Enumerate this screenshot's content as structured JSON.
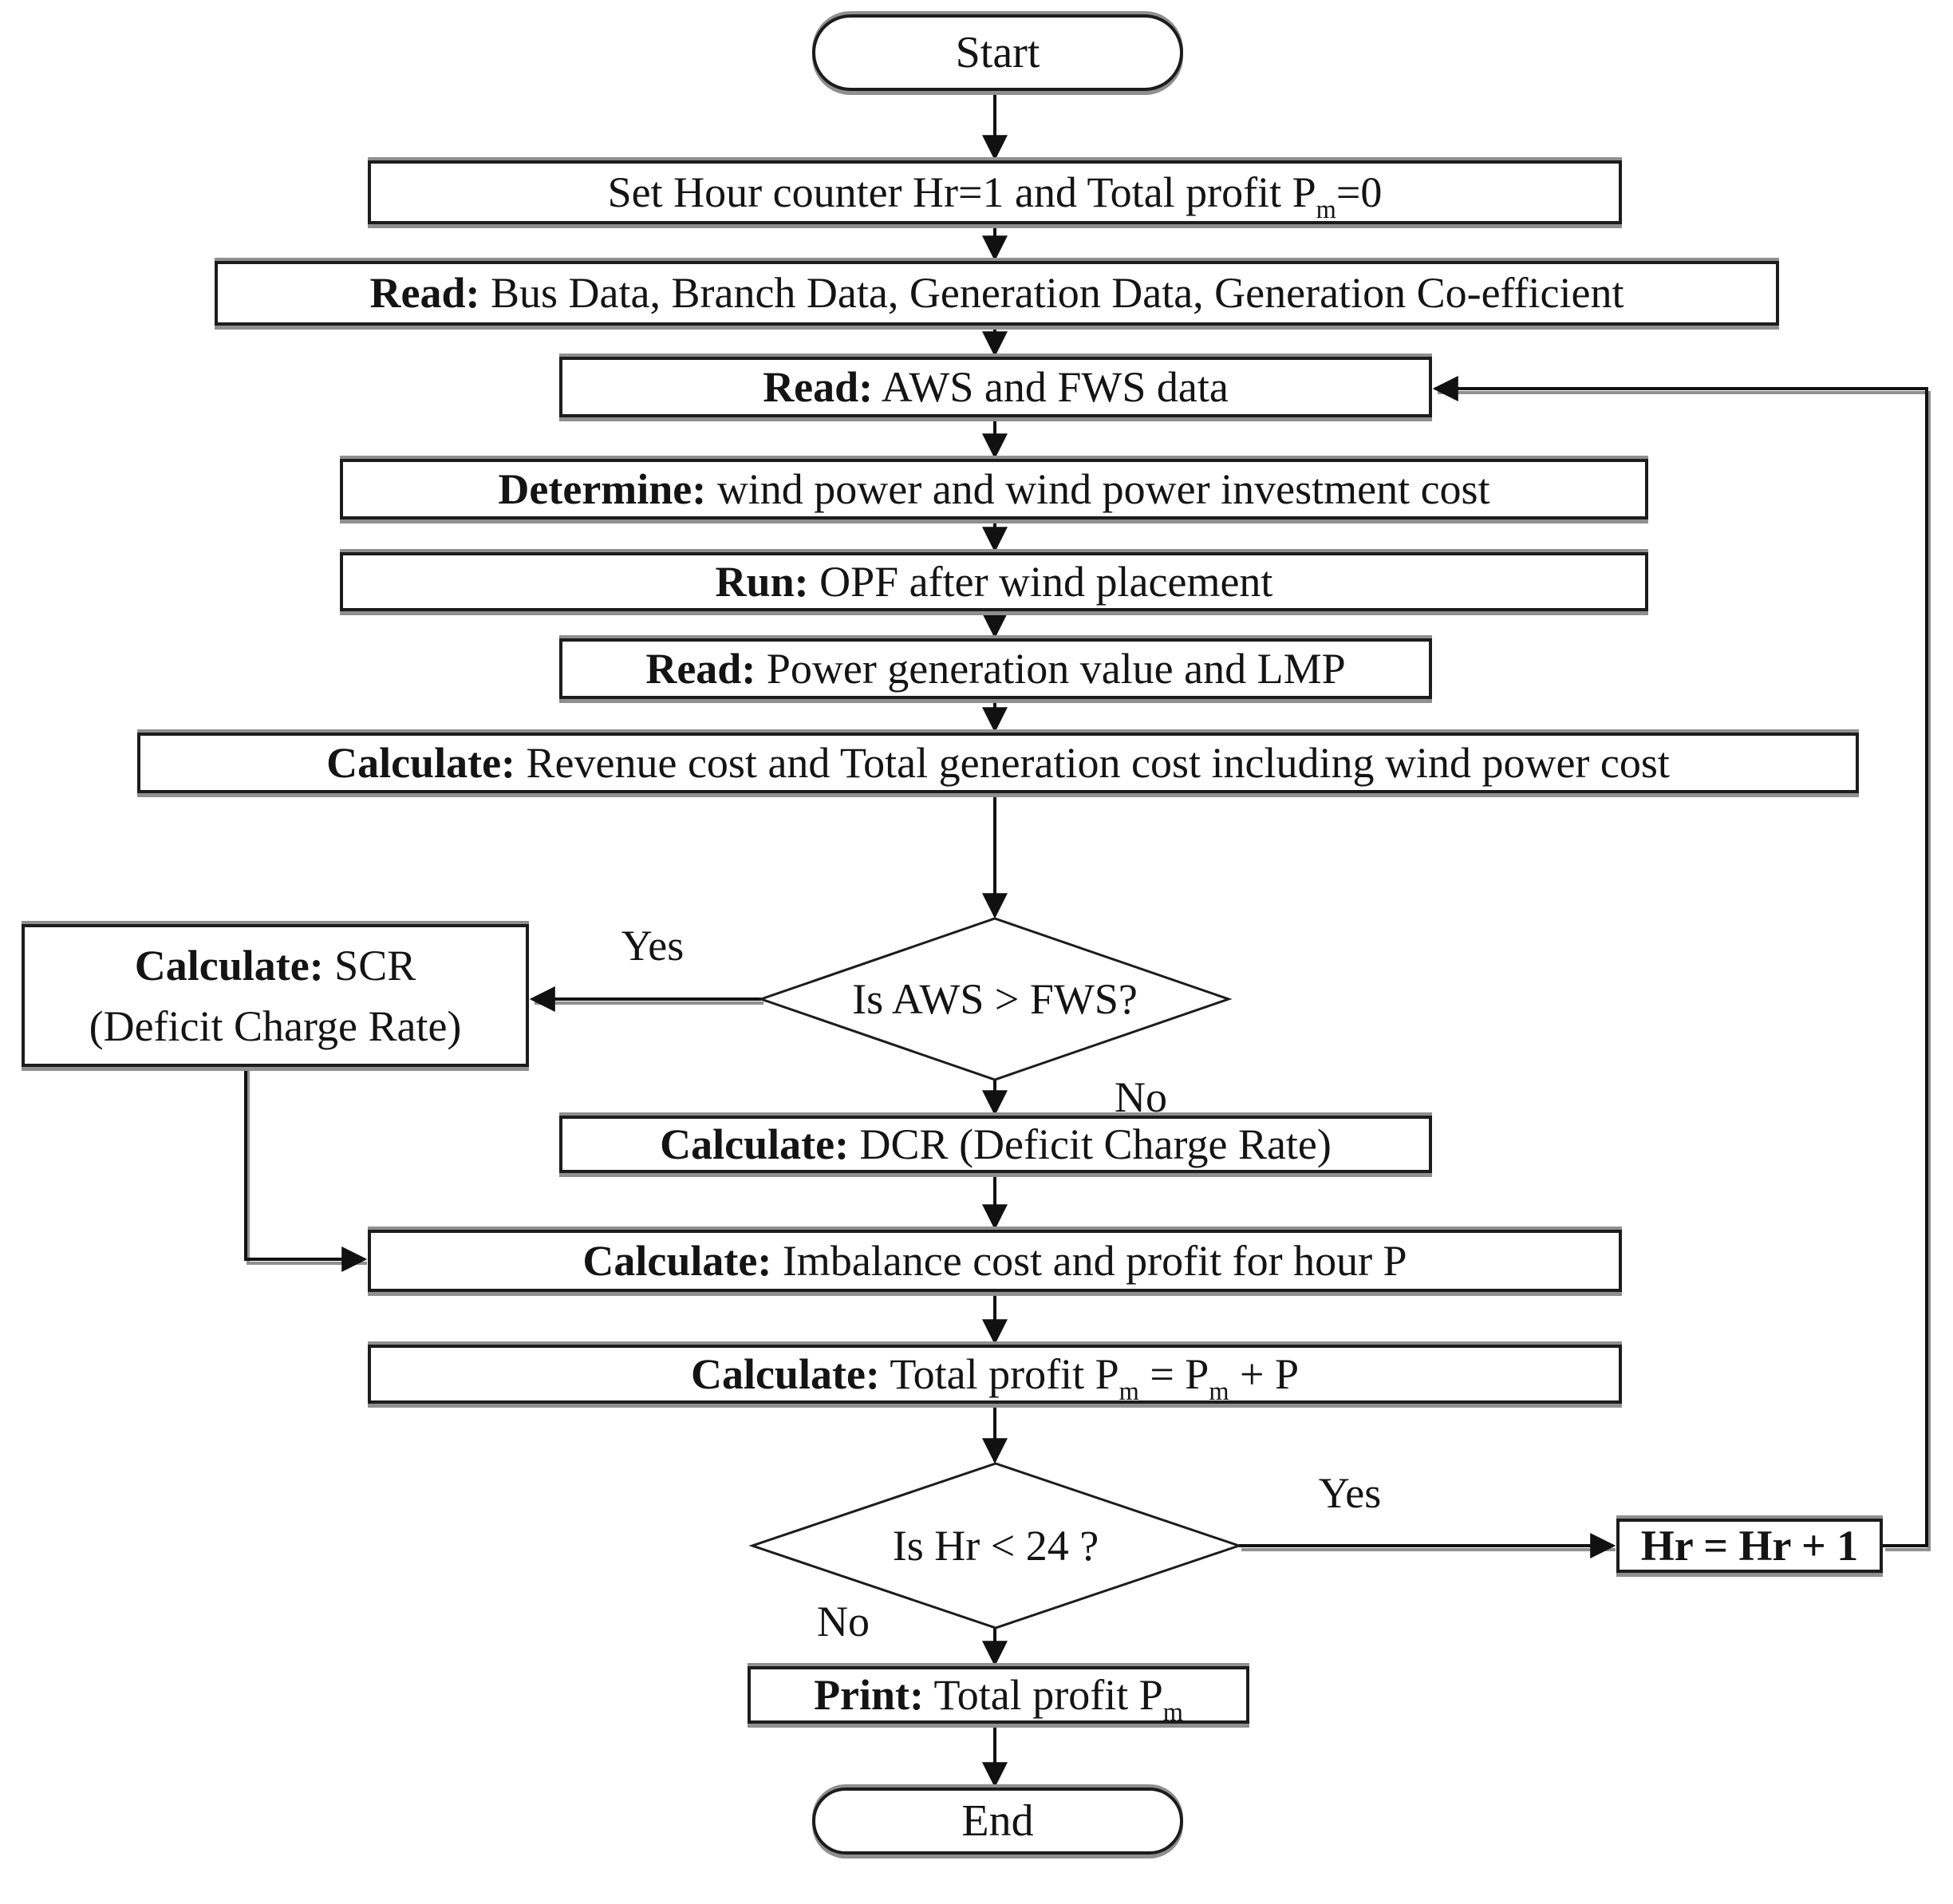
{
  "flowchart": {
    "nodes": {
      "start": {
        "label": "Start"
      },
      "init": {
        "t1": "Set Hour counter Hr=1 and Total profit P",
        "s1": "m",
        "t2": "=0"
      },
      "read_bus": {
        "b": "Read:",
        "t1": " Bus Data, Branch Data, Generation Data, Generation Co-efficient"
      },
      "read_aws": {
        "b": "Read:",
        "t1": " AWS and FWS data"
      },
      "determine": {
        "b": "Determine:",
        "t1": " wind power and wind power investment cost"
      },
      "run_opf": {
        "b": "Run:",
        "t1": " OPF after wind placement"
      },
      "read_power": {
        "b": "Read:",
        "t1": " Power generation value and LMP"
      },
      "calc_revenue": {
        "b": "Calculate:",
        "t1": " Revenue cost and Total generation cost including wind power cost"
      },
      "decision_aws": {
        "t1": "Is AWS > FWS?"
      },
      "calc_scr": {
        "b": "Calculate:",
        "t1": " SCR",
        "line2": "(Deficit Charge Rate)"
      },
      "calc_dcr": {
        "b": "Calculate:",
        "t1": " DCR (Deficit Charge Rate)"
      },
      "calc_imbalance": {
        "b": "Calculate:",
        "t1": " Imbalance cost and profit for hour P"
      },
      "calc_total": {
        "b": "Calculate:",
        "t1": " Total profit P",
        "s1": "m",
        "t2": " = P",
        "s2": "m",
        "t3": " + P"
      },
      "decision_hr": {
        "t1": "Is Hr < 24 ?"
      },
      "increment": {
        "t1": "Hr = Hr + 1"
      },
      "print_profit": {
        "b": "Print:",
        "t1": " Total profit P",
        "s1": "m"
      },
      "end": {
        "label": "End"
      }
    },
    "edge_labels": {
      "yes_aws": "Yes",
      "no_aws": "No",
      "yes_hr": "Yes",
      "no_hr": "No"
    },
    "colors": {
      "line": "#111111",
      "line_shadow": "#909090",
      "border": "#1c1c1c",
      "background": "#ffffff",
      "text": "#141414"
    }
  }
}
